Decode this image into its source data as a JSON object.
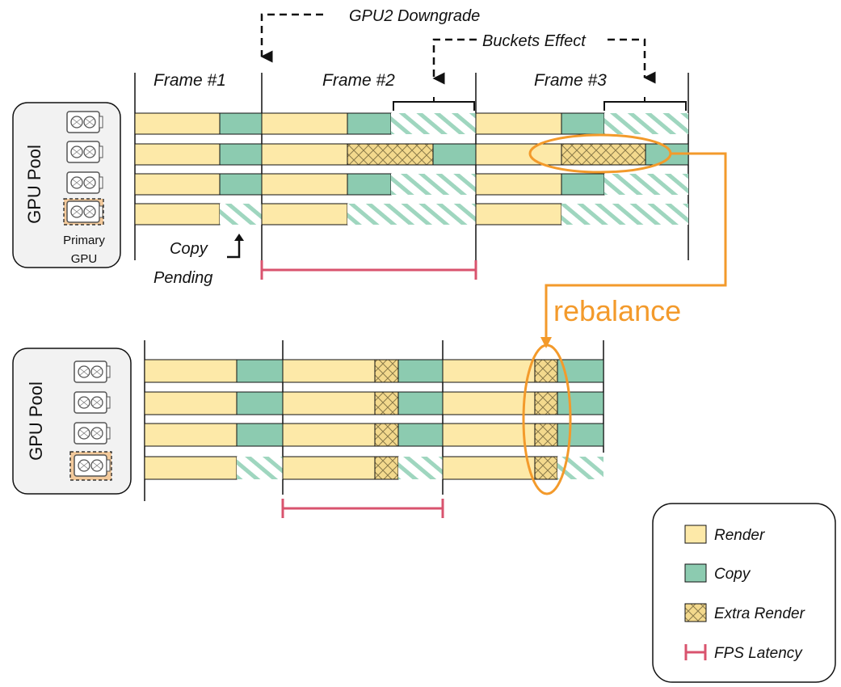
{
  "annotations": {
    "gpu2_downgrade": "GPU2 Downgrade",
    "buckets_effect": "Buckets Effect",
    "copy_pending_line1": "Copy",
    "copy_pending_line2": "Pending",
    "rebalance": "rebalance"
  },
  "frames": [
    "Frame #1",
    "Frame #2",
    "Frame #3"
  ],
  "pools": {
    "top": {
      "label": "GPU Pool",
      "primary_line1": "Primary",
      "primary_line2": "GPU"
    },
    "bottom": {
      "label": "GPU Pool"
    }
  },
  "legend": {
    "render": "Render",
    "copy": "Copy",
    "extra_render": "Extra Render",
    "fps_latency": "FPS Latency"
  },
  "colors": {
    "render": "#fde9a8",
    "copy": "#8ccbb0",
    "pending_hatch": "#9fd6bf",
    "extra_render": "#f3d98d",
    "fps_latency": "#d9536e",
    "rebalance": "#f39a2b",
    "primary_gpu_fill": "#f2c99b"
  },
  "icons": {
    "gpu": "gpu-card-icon",
    "arrow": "dashed-arrow-icon"
  }
}
